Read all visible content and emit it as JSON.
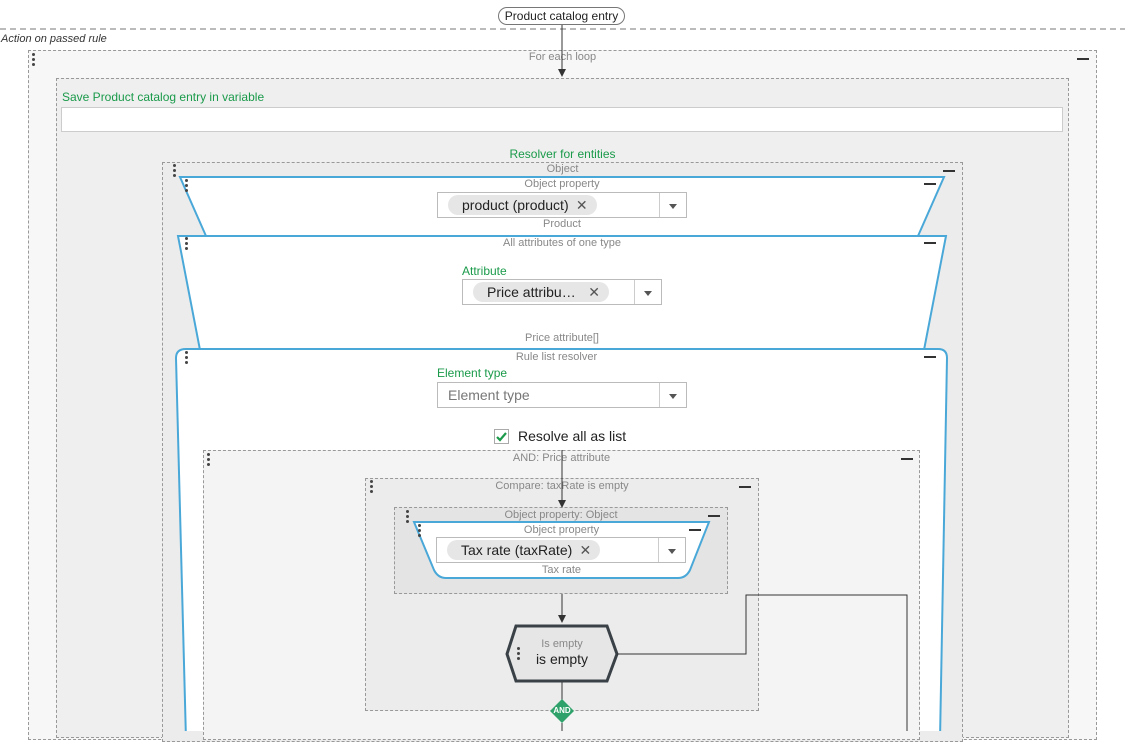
{
  "header": {
    "source_pill": "Product catalog entry",
    "action_label": "Action on passed rule"
  },
  "for_each_loop": {
    "title": "For each loop",
    "save_label": "Save Product catalog entry in variable",
    "save_value": ""
  },
  "resolver": {
    "title": "Resolver for entities",
    "object_label": "Object",
    "object_property_1": {
      "title": "Object property",
      "chip": "product (product)",
      "output": "Product"
    },
    "all_attributes": {
      "title": "All attributes of one type",
      "attribute_label": "Attribute",
      "chip": "Price attribu…",
      "output": "Price attribute[]"
    },
    "rule_list": {
      "title": "Rule list resolver",
      "element_type_label": "Element type",
      "element_type_placeholder": "Element type",
      "resolve_all_label": "Resolve all as list",
      "resolve_all_checked": true,
      "and_block": {
        "title": "AND: Price attribute",
        "compare": {
          "title": "Compare: taxRate is empty",
          "object_property_object": {
            "title": "Object property: Object",
            "inner_title": "Object property",
            "chip": "Tax rate (taxRate)",
            "output": "Tax rate"
          },
          "is_empty": {
            "title": "Is empty",
            "value": "is empty"
          }
        },
        "and_node": "AND"
      }
    }
  },
  "icons": {
    "grip": "drag-handle-icon",
    "collapse": "collapse-icon",
    "remove": "close-icon",
    "dropdown": "chevron-down-icon",
    "check": "checkmark-icon"
  },
  "colors": {
    "accent_blue": "#4aa8d8",
    "label_green": "#1a9a4a",
    "node_dark": "#3a4248",
    "and_green": "#2ea26a"
  }
}
